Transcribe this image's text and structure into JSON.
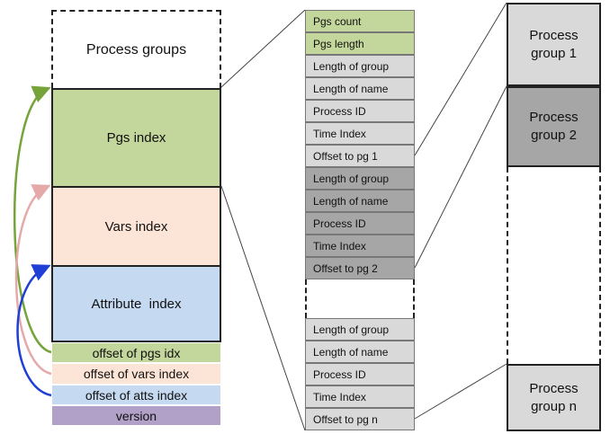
{
  "left_column": {
    "process_groups": "Process groups",
    "pgs_index": "Pgs index",
    "vars_index": "Vars index",
    "attribute_index": "Attribute  index",
    "offset_pgs": "offset of pgs idx",
    "offset_vars": "offset of vars index",
    "offset_atts": "offset of atts index",
    "version": "version"
  },
  "middle_column": {
    "header": [
      "Pgs count",
      "Pgs length"
    ],
    "group1": [
      "Length of group",
      "Length of name",
      "Process ID",
      "Time Index",
      "Offset to pg 1"
    ],
    "group2": [
      "Length of group",
      "Length of name",
      "Process ID",
      "Time Index",
      "Offset to pg 2"
    ],
    "groupn": [
      "Length of group",
      "Length of name",
      "Process ID",
      "Time Index",
      "Offset to pg n"
    ]
  },
  "right_column": {
    "pg1_line1": "Process",
    "pg1_line2": "group 1",
    "pg2_line1": "Process",
    "pg2_line2": "group 2",
    "pgn_line1": "Process",
    "pgn_line2": "group n"
  },
  "colors": {
    "green": "#c3d69b",
    "peach": "#fce4d6",
    "blue": "#c5d9f1",
    "purple": "#b1a0c7",
    "light_gray": "#d9d9d9",
    "dark_gray": "#a6a6a6",
    "arrow_green": "#76a33a",
    "arrow_pink": "#e6a9a9",
    "arrow_blue": "#1f3fd6"
  }
}
